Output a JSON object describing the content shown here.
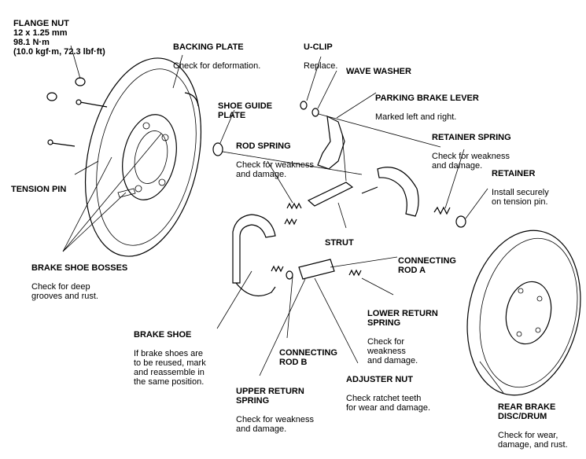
{
  "labels": {
    "flange_nut": {
      "title": "FLANGE NUT\n12 x 1.25 mm\n98.1 N·m\n(10.0 kgf·m, 72.3 lbf·ft)"
    },
    "backing_plate": {
      "title": "BACKING PLATE",
      "desc": "Check for deformation."
    },
    "u_clip": {
      "title": "U-CLIP",
      "desc": "Replace."
    },
    "wave_washer": {
      "title": "WAVE WASHER"
    },
    "parking_brake_lever": {
      "title": "PARKING BRAKE LEVER",
      "desc": "Marked left and right."
    },
    "shoe_guide_plate": {
      "title": "SHOE GUIDE\nPLATE"
    },
    "rod_spring": {
      "title": "ROD SPRING",
      "desc": "Check for weakness\nand damage."
    },
    "retainer_spring": {
      "title": "RETAINER SPRING",
      "desc": "Check for weakness\nand damage."
    },
    "retainer": {
      "title": "RETAINER",
      "desc": "Install securely\non tension pin."
    },
    "tension_pin": {
      "title": "TENSION PIN"
    },
    "strut": {
      "title": "STRUT"
    },
    "connecting_rod_a": {
      "title": "CONNECTING\nROD A"
    },
    "brake_shoe_bosses": {
      "title": "BRAKE SHOE BOSSES",
      "desc": "Check for deep\ngrooves and rust."
    },
    "lower_return_spring": {
      "title": "LOWER RETURN\nSPRING",
      "desc": "Check for\nweakness\nand damage."
    },
    "brake_shoe": {
      "title": "BRAKE SHOE",
      "desc": "If brake shoes are\nto be reused, mark\nand reassemble in\nthe same position."
    },
    "connecting_rod_b": {
      "title": "CONNECTING\nROD B"
    },
    "adjuster_nut": {
      "title": "ADJUSTER NUT",
      "desc": "Check ratchet teeth\nfor wear and damage."
    },
    "upper_return_spring": {
      "title": "UPPER RETURN\nSPRING",
      "desc": "Check for weakness\nand damage."
    },
    "rear_brake_disc_drum": {
      "title": "REAR BRAKE\nDISC/DRUM",
      "desc": "Check for wear,\ndamage, and rust."
    }
  }
}
